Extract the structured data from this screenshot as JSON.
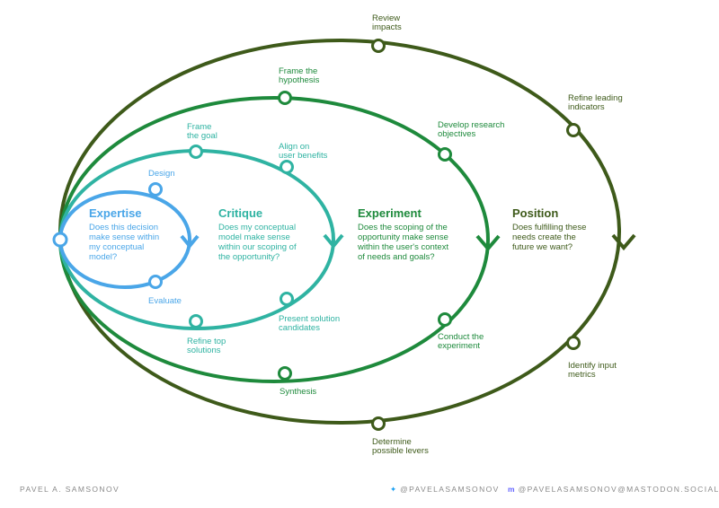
{
  "colors": {
    "expertise": "#4aa6e8",
    "critique": "#2fb3a2",
    "experiment": "#1e8a3c",
    "position": "#3e5a1a"
  },
  "loops": {
    "expertise": {
      "title": "Expertise",
      "question": [
        "Does this decision",
        "make sense within",
        "my conceptual",
        "model?"
      ],
      "top": "Design",
      "bottom": "Evaluate"
    },
    "critique": {
      "title": "Critique",
      "question": [
        "Does my conceptual",
        "model make sense",
        "within our scoping of",
        "the opportunity?"
      ],
      "top_left": [
        "Frame",
        "the goal"
      ],
      "top_right": [
        "Align on",
        "user benefits"
      ],
      "bottom_left": [
        "Refine top",
        "solutions"
      ],
      "bottom_right": [
        "Present solution",
        "candidates"
      ]
    },
    "experiment": {
      "title": "Experiment",
      "question": [
        "Does the scoping of the",
        "opportunity make sense",
        "within the user's context",
        "of needs and goals?"
      ],
      "top_left": [
        "Frame the",
        "hypothesis"
      ],
      "top_right": [
        "Develop research",
        "objectives"
      ],
      "bottom_left": [
        "Synthesis"
      ],
      "bottom_right": [
        "Conduct the",
        "experiment"
      ]
    },
    "position": {
      "title": "Position",
      "question": [
        "Does fulfilling these",
        "needs create the",
        "future we want?"
      ],
      "top_left": [
        "Review",
        "impacts"
      ],
      "top_right": [
        "Refine leading",
        "indicators"
      ],
      "bottom_left": [
        "Determine",
        "possible levers"
      ],
      "bottom_right": [
        "Identify input",
        "metrics"
      ]
    }
  },
  "footer": {
    "author": "PAVEL A. SAMSONOV",
    "twitter": "@PAVELASAMSONOV",
    "mastodon": "@PAVELASAMSONOV@MASTODON.SOCIAL"
  }
}
